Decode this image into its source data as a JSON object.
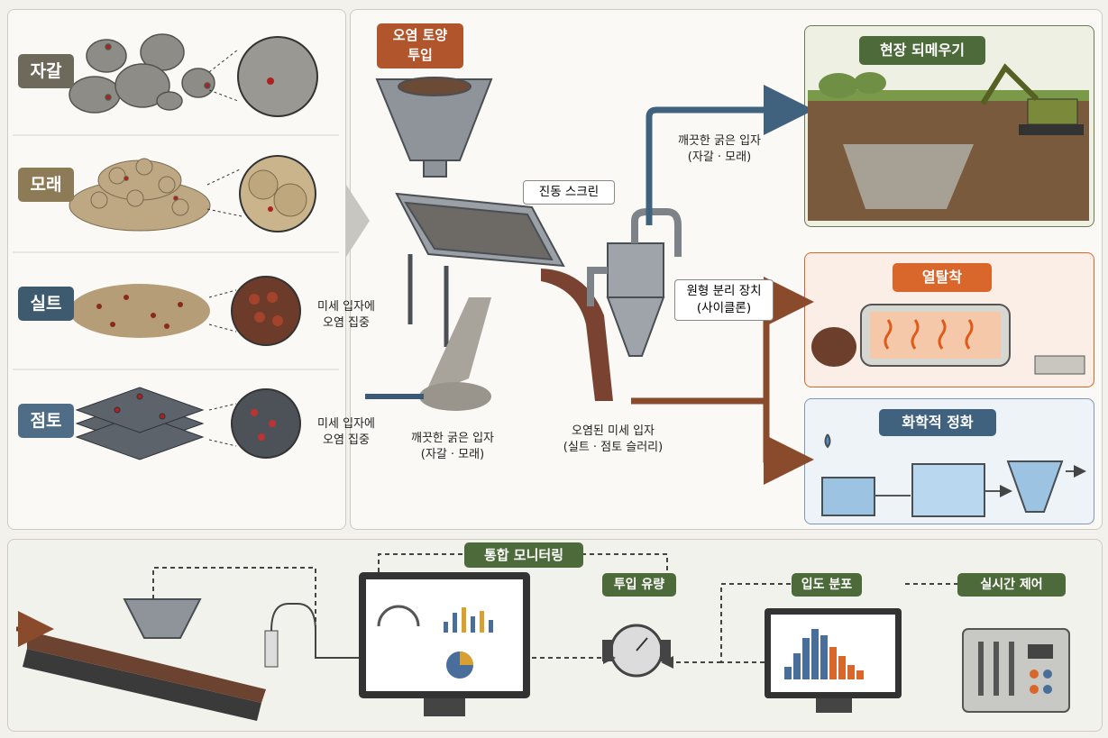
{
  "materials": [
    {
      "label": "자갈",
      "color": "#6e6a5b"
    },
    {
      "label": "모래",
      "color": "#8d7a56"
    },
    {
      "label": "실트",
      "color": "#3e5a6e"
    },
    {
      "label": "점토",
      "color": "#4f6d86"
    }
  ],
  "notes": {
    "silt": "미세 입자에\n오염 집중",
    "clay": "미세 입자에\n오염 집중"
  },
  "process": {
    "input": "오염 토양\n투입",
    "screen": "진동 스크린",
    "cyclone": "원형 분리 장치\n(사이클론)",
    "clean_bottom": "깨끗한 굵은 입자\n(자갈 · 모래)",
    "clean_top": "깨끗한 굵은 입자\n(자갈 · 모래)",
    "fines": "오염된 미세 입자\n(실트 · 점토 슬러리)"
  },
  "outputs": {
    "backfill": "현장 되메우기",
    "thermal": "열탈착",
    "chemical": "화학적 정화"
  },
  "monitoring": {
    "title": "통합 모니터링",
    "flow": "투입 유량",
    "psd": "입도 분포",
    "control": "실시간 제어"
  },
  "colors": {
    "green": "#4d6b3a",
    "orange": "#d9662b",
    "blue": "#41627e",
    "brown": "#8a4a2c",
    "navy": "#3c5a78"
  }
}
